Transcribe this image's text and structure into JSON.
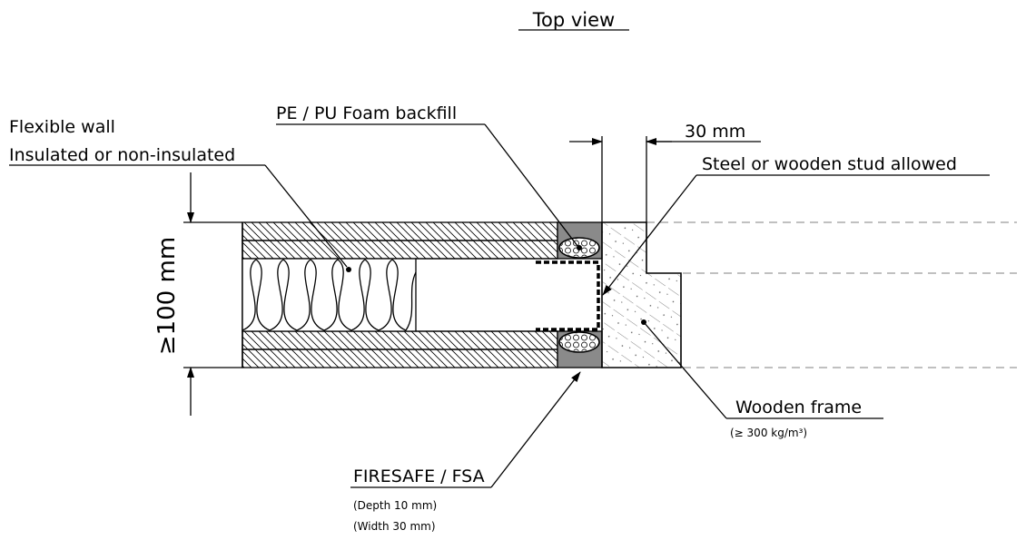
{
  "view_title": "Top view",
  "labels": {
    "flexible_wall_line1": "Flexible wall",
    "flexible_wall_line2": "Insulated or non-insulated",
    "backfill": "PE / PU Foam backfill",
    "stud": "Steel or wooden stud allowed",
    "frame": "Wooden frame",
    "frame_density": "(≥ 300 kg/m³)",
    "sealant": "FIRESAFE / FSA",
    "sealant_depth": "(Depth 10 mm)",
    "sealant_width": "(Width 30 mm)"
  },
  "dimensions": {
    "joint_width": "30 mm",
    "wall_thickness": "≥100 mm"
  }
}
